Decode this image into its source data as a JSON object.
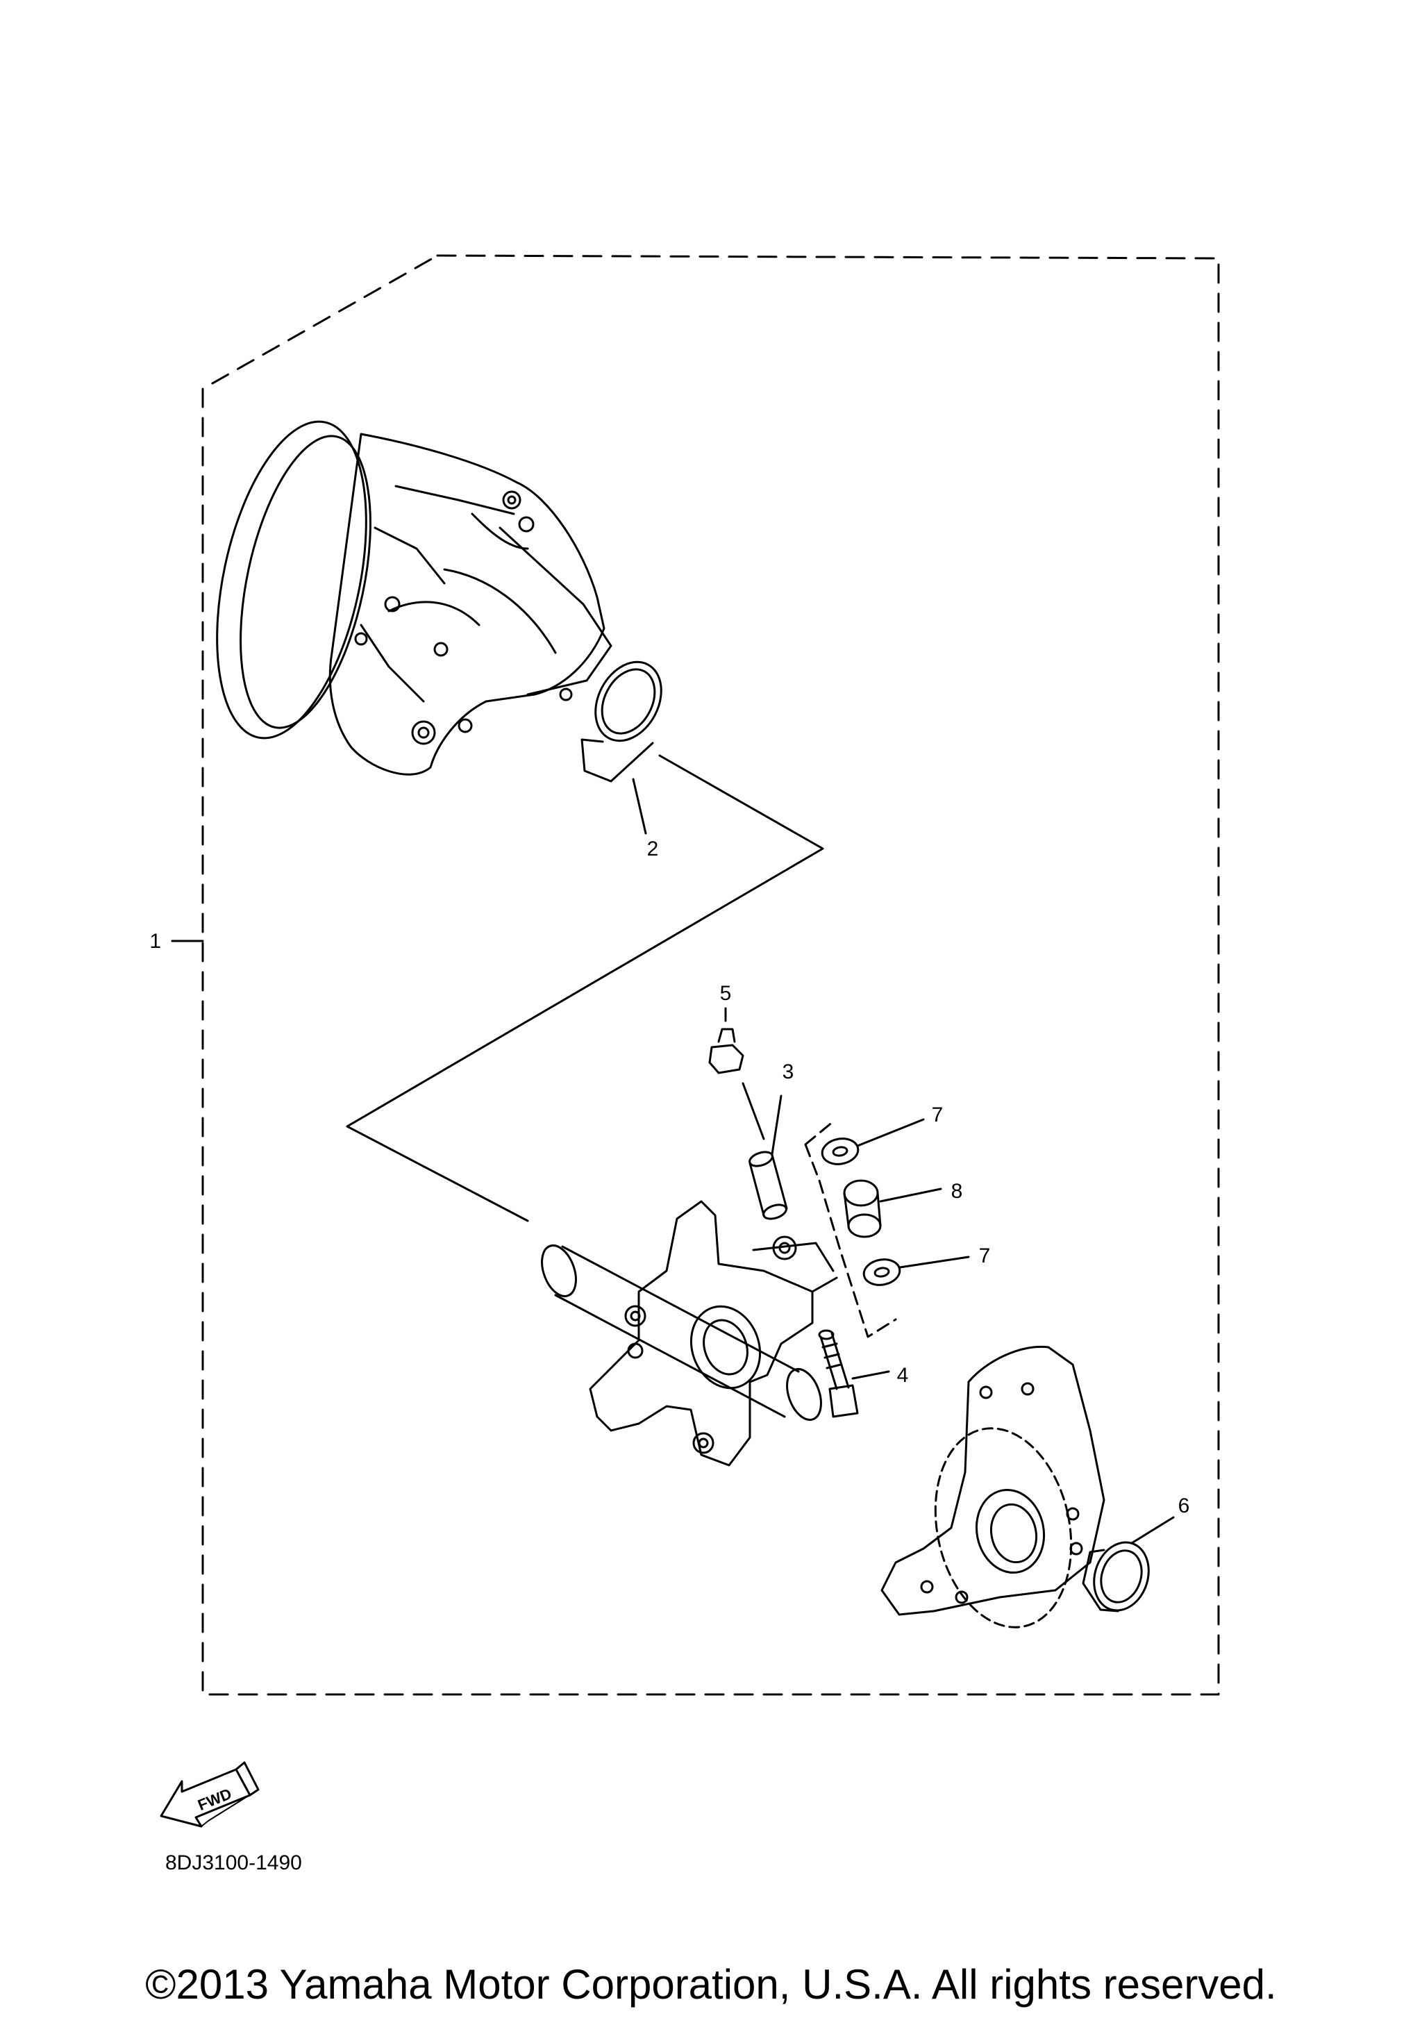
{
  "callouts": {
    "c1": "1",
    "c2": "2",
    "c3": "3",
    "c4": "4",
    "c5": "5",
    "c6": "6",
    "c7a": "7",
    "c7b": "7",
    "c8": "8"
  },
  "fwd_label": "FWD",
  "diagram_code": "8DJ3100-1490",
  "copyright": "©2013 Yamaha Motor Corporation, U.S.A. All rights reserved."
}
